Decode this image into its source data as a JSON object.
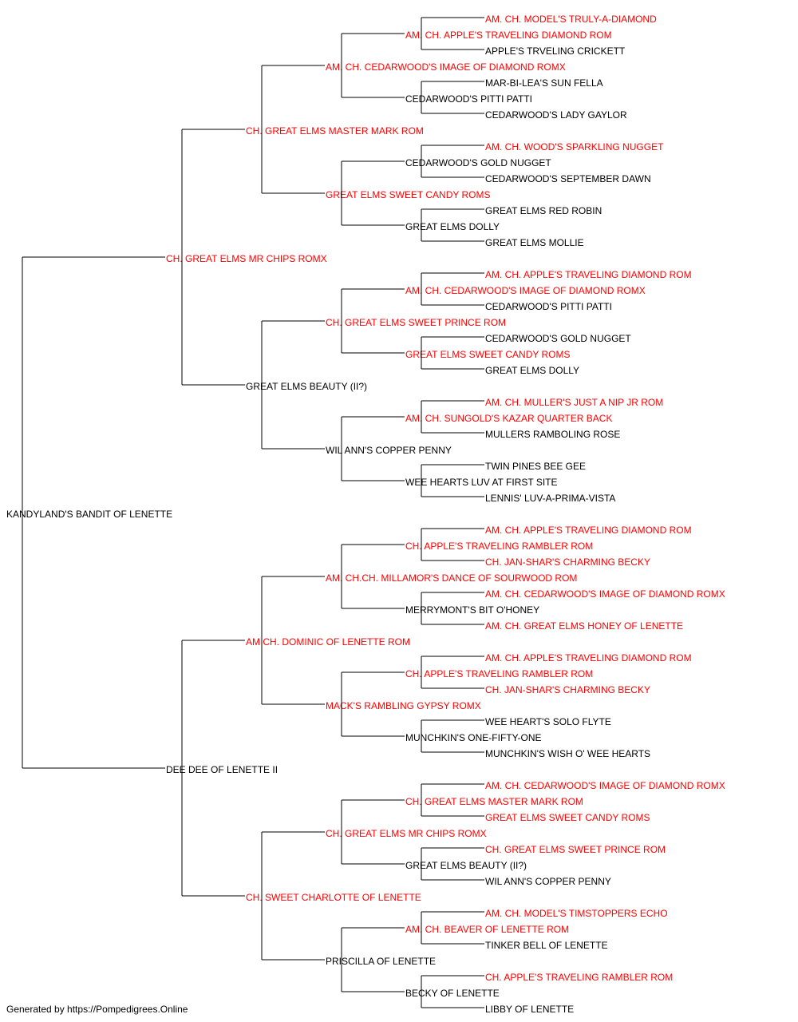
{
  "colors": {
    "titled": "#ff0000",
    "plain": "#000000",
    "line": "#000000"
  },
  "pedigree": {
    "name": "KANDYLAND'S BANDIT OF LENETTE",
    "titled": false,
    "sire": {
      "name": "CH. GREAT ELMS MR CHIPS ROMX",
      "titled": true,
      "sire": {
        "name": "CH. GREAT ELMS MASTER MARK ROM",
        "titled": true,
        "sire": {
          "name": "AM. CH. CEDARWOOD'S IMAGE OF DIAMOND ROMX",
          "titled": true,
          "sire": {
            "name": "AM. CH. APPLE'S TRAVELING DIAMOND ROM",
            "titled": true,
            "sire": {
              "name": "AM. CH. MODEL'S TRULY-A-DIAMOND",
              "titled": true
            },
            "dam": {
              "name": "APPLE'S TRVELING CRICKETT",
              "titled": false
            }
          },
          "dam": {
            "name": "CEDARWOOD'S PITTI PATTI",
            "titled": false,
            "sire": {
              "name": "MAR-BI-LEA'S SUN FELLA",
              "titled": false
            },
            "dam": {
              "name": "CEDARWOOD'S LADY GAYLOR",
              "titled": false
            }
          }
        },
        "dam": {
          "name": "GREAT ELMS SWEET CANDY ROMS",
          "titled": true,
          "sire": {
            "name": "CEDARWOOD'S GOLD NUGGET",
            "titled": false,
            "sire": {
              "name": "AM. CH. WOOD'S SPARKLING NUGGET",
              "titled": true
            },
            "dam": {
              "name": "CEDARWOOD'S SEPTEMBER DAWN",
              "titled": false
            }
          },
          "dam": {
            "name": "GREAT ELMS DOLLY",
            "titled": false,
            "sire": {
              "name": "GREAT ELMS RED ROBIN",
              "titled": false
            },
            "dam": {
              "name": "GREAT ELMS MOLLIE",
              "titled": false
            }
          }
        }
      },
      "dam": {
        "name": "GREAT ELMS BEAUTY (II?)",
        "titled": false,
        "sire": {
          "name": "CH. GREAT ELMS SWEET PRINCE ROM",
          "titled": true,
          "sire": {
            "name": "AM. CH. CEDARWOOD'S IMAGE OF DIAMOND ROMX",
            "titled": true,
            "sire": {
              "name": "AM. CH. APPLE'S TRAVELING DIAMOND ROM",
              "titled": true
            },
            "dam": {
              "name": "CEDARWOOD'S PITTI PATTI",
              "titled": false
            }
          },
          "dam": {
            "name": "GREAT ELMS SWEET CANDY ROMS",
            "titled": true,
            "sire": {
              "name": "CEDARWOOD'S GOLD NUGGET",
              "titled": false
            },
            "dam": {
              "name": "GREAT ELMS DOLLY",
              "titled": false
            }
          }
        },
        "dam": {
          "name": "WIL ANN'S COPPER PENNY",
          "titled": false,
          "sire": {
            "name": "AM. CH. SUNGOLD'S KAZAR QUARTER BACK",
            "titled": true,
            "sire": {
              "name": "AM. CH. MULLER'S JUST A NIP JR ROM",
              "titled": true
            },
            "dam": {
              "name": "MULLERS RAMBOLING ROSE",
              "titled": false
            }
          },
          "dam": {
            "name": "WEE HEARTS LUV AT FIRST SITE",
            "titled": false,
            "sire": {
              "name": "TWIN PINES BEE GEE",
              "titled": false
            },
            "dam": {
              "name": "LENNIS' LUV-A-PRIMA-VISTA",
              "titled": false
            }
          }
        }
      }
    },
    "dam": {
      "name": "DEE DEE OF LENETTE II",
      "titled": false,
      "sire": {
        "name": "AM CH. DOMINIC OF LENETTE ROM",
        "titled": true,
        "sire": {
          "name": "AM. CH.CH. MILLAMOR'S DANCE OF SOURWOOD ROM",
          "titled": true,
          "sire": {
            "name": "CH. APPLE'S TRAVELING RAMBLER ROM",
            "titled": true,
            "sire": {
              "name": "AM. CH. APPLE'S TRAVELING DIAMOND ROM",
              "titled": true
            },
            "dam": {
              "name": "CH. JAN-SHAR'S CHARMING BECKY",
              "titled": true
            }
          },
          "dam": {
            "name": "MERRYMONT'S BIT O'HONEY",
            "titled": false,
            "sire": {
              "name": "AM. CH. CEDARWOOD'S IMAGE OF DIAMOND ROMX",
              "titled": true
            },
            "dam": {
              "name": "AM. CH. GREAT ELMS HONEY OF LENETTE",
              "titled": true
            }
          }
        },
        "dam": {
          "name": "MACK'S RAMBLING GYPSY ROMX",
          "titled": true,
          "sire": {
            "name": "CH. APPLE'S TRAVELING RAMBLER ROM",
            "titled": true,
            "sire": {
              "name": "AM. CH. APPLE'S TRAVELING DIAMOND ROM",
              "titled": true
            },
            "dam": {
              "name": "CH. JAN-SHAR'S CHARMING BECKY",
              "titled": true
            }
          },
          "dam": {
            "name": "MUNCHKIN'S ONE-FIFTY-ONE",
            "titled": false,
            "sire": {
              "name": "WEE HEART'S SOLO FLYTE",
              "titled": false
            },
            "dam": {
              "name": "MUNCHKIN'S WISH O' WEE HEARTS",
              "titled": false
            }
          }
        }
      },
      "dam": {
        "name": "CH. SWEET CHARLOTTE OF LENETTE",
        "titled": true,
        "sire": {
          "name": "CH. GREAT ELMS MR CHIPS ROMX",
          "titled": true,
          "sire": {
            "name": "CH. GREAT ELMS MASTER MARK ROM",
            "titled": true,
            "sire": {
              "name": "AM. CH. CEDARWOOD'S IMAGE OF DIAMOND ROMX",
              "titled": true
            },
            "dam": {
              "name": "GREAT ELMS SWEET CANDY ROMS",
              "titled": true
            }
          },
          "dam": {
            "name": "GREAT ELMS BEAUTY (II?)",
            "titled": false,
            "sire": {
              "name": "CH. GREAT ELMS SWEET PRINCE ROM",
              "titled": true
            },
            "dam": {
              "name": "WIL ANN'S COPPER PENNY",
              "titled": false
            }
          }
        },
        "dam": {
          "name": "PRISCILLA OF LENETTE",
          "titled": false,
          "sire": {
            "name": "AM. CH. BEAVER OF LENETTE ROM",
            "titled": true,
            "sire": {
              "name": "AM. CH. MODEL'S TIMSTOPPERS ECHO",
              "titled": true
            },
            "dam": {
              "name": "TINKER BELL OF LENETTE",
              "titled": false
            }
          },
          "dam": {
            "name": "BECKY OF LENETTE",
            "titled": false,
            "sire": {
              "name": "CH. APPLE'S TRAVELING RAMBLER ROM",
              "titled": true
            },
            "dam": {
              "name": "LIBBY OF LENETTE",
              "titled": false
            }
          }
        }
      }
    }
  },
  "footer": {
    "text": "Generated by https://Pompedigrees.Online"
  }
}
